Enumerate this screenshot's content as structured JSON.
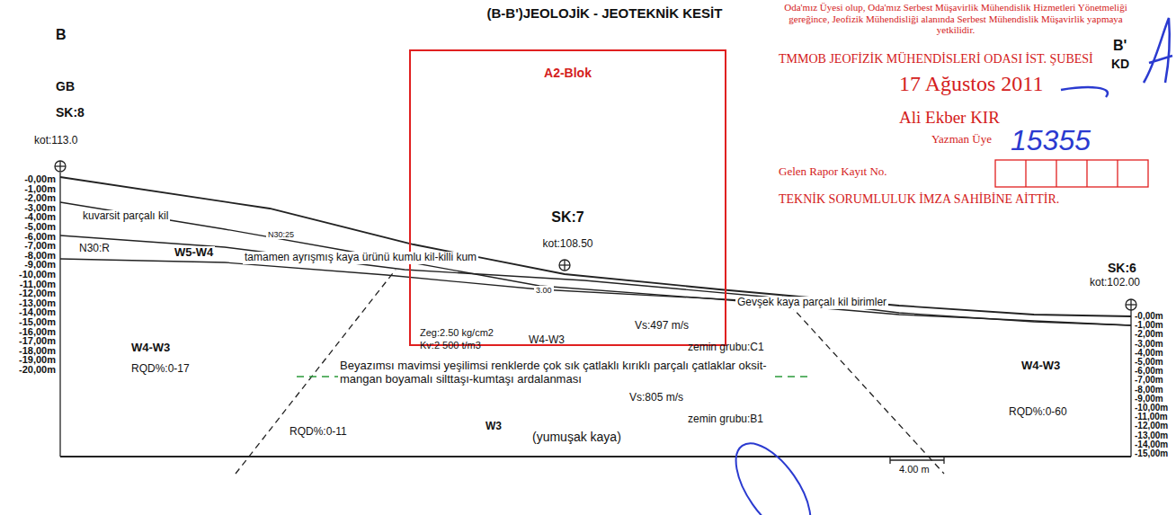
{
  "diagram": {
    "title": "(B-B')JEOLOJİK - JEOTEKNİK KESİT",
    "nodes": [
      {
        "text": [
          "A2-Blok",
          "SK:7",
          "kot:108.50"
        ]
      }
    ],
    "labels": [
      "B",
      "GB",
      "SK:8",
      "kot:113.0",
      "-0,00m",
      "-1,00m",
      "-2,00m",
      "-3,00m",
      "-4,00m",
      "-5,00m",
      "-6,00m",
      "-7,00m",
      "-8,00m",
      "-9,00m",
      "-10,00m",
      "-11,00m",
      "-12,00m",
      "-13,00m",
      "-14,00m",
      "-15,00m",
      "-16,00m",
      "-17,00m",
      "-18,00m",
      "-19,00m",
      "-20,00m",
      "kuvarsit parçalı kil",
      "N30:25",
      "N30:R",
      "W5-W4",
      "tamamen ayrışmış kaya ürünü kumlu kil-killi kum",
      "3.00",
      "Gevşek kaya parçalı kil birimler",
      "Zeg:2.50 kg/cm2",
      "Kv:2 500 t/m3",
      "W4-W3",
      "Vs:497 m/s",
      "zemin grubu:C1",
      "W4-W3",
      "Beyazımsı mavimsi yeşilimsi renklerde çok sık çatlaklı kırıklı parçalı çatlaklar oksit-mangan boyamalı silttaşı-kumtaşı ardalanması",
      "RQD%:0-17",
      "Vs:805 m/s",
      "RQD%:0-11",
      "W3",
      "(yumuşak kaya)",
      "zemin grubu:B1",
      "W4-W3",
      "RQD%:0-60",
      "B'",
      "KD",
      "SK:6",
      "kot:102.00",
      "-0,00m",
      "-1,00m",
      "-2,00m",
      "-3,00m",
      "-4,00m",
      "-5,00m",
      "-6,00m",
      "-7,00m",
      "-8,00m",
      "-9,00m",
      "-10,00m",
      "-11,00m",
      "-12,00m",
      "-13,00m",
      "-14,00m",
      "-15,00m",
      "4.00 m",
      "Oda'mız Üyesi olup, Oda'mız Serbest Müşavirlik Mühendislik Hizmetleri Yönetmeliği gereğince, Jeofizik Mühendisliği alanında Serbest Mühendislik Müşavirlik yapmaya yetkilidir.",
      "TMMOB JEOFİZİK MÜHENDİSLERİ ODASI İST. ŞUBESİ",
      "17 Ağustos 2011",
      "Ali Ekber KIR",
      "Yazman Üye",
      "Gelen Rapor Kayıt No.",
      "15355",
      "TEKNİK SORUMLULUK İMZA SAHİBİNE AİTTİR."
    ]
  }
}
